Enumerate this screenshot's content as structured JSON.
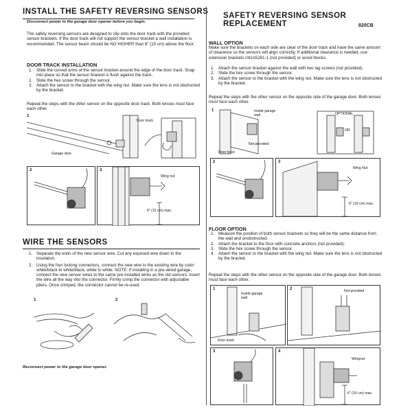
{
  "left": {
    "title": "INSTALL THE SAFETY REVERSING SENSORS",
    "warning": "Disconnect power to the garage door opener before you begin.",
    "intro": "The safety reversing sensors are designed to clip onto the door track with the provided sensor brackets. If the door track will not support the sensor bracket a wall installation is recommended. The sensor beam should be NO HIGHER than 6\" (15 cm) above the floor.",
    "door_track": {
      "heading": "DOOR TRACK INSTALLATION",
      "steps": [
        {
          "n": "1.",
          "text": "Slide the curved arms of the sensor bracket around the edge of the door track. Snap into place so that the sensor bracket is flush against the track."
        },
        {
          "n": "2.",
          "text": "Slide the hex screw through the sensor."
        },
        {
          "n": "3.",
          "text": "Attach the sensor to the bracket with the wing nut. Make sure the lens is not obstructed by the bracket."
        }
      ],
      "repeat": "Repeat the steps with the other sensor on the opposite door track. Both lenses must face each other.",
      "fig": {
        "p1": "1",
        "p2": "2",
        "p3": "3",
        "door_track": "Door track",
        "garage_door": "Garage door",
        "wing_nut": "Wing nut",
        "max": "6\" (15 cm) max."
      }
    },
    "wire": {
      "title": "WIRE THE SENSORS",
      "steps": [
        {
          "n": "1.",
          "text": "Separate the ends of the new sensor wire. Cut any exposed wire down to the insulation."
        },
        {
          "n": "2.",
          "text": "Using the four locking connectors, connect the new wire to the existing wire by color: white/black to white/black, white to white. NOTE: If installing in a pre-wired garage, connect the new sensor wires to the same pre-installed wires as the old sensors. Insert the wire all the way into the connector. Firmly crimp the connector with adjustable pliers. Once crimped, the connector cannot be re-used."
        }
      ],
      "fig": {
        "p1": "1",
        "p2": "2"
      },
      "reconnect": "Reconnect power to the garage door opener."
    }
  },
  "right": {
    "title": "SAFETY REVERSING SENSOR REPLACEMENT",
    "model": "820CB",
    "wall": {
      "heading": "WALL OPTION",
      "intro": "Make sure the brackets on each side are clear of the door track and have the same amount of clearance so the sensors will align correctly. If additional clearance is needed, use extension brackets 041A5281-1 (not provided) or wood blocks.",
      "steps": [
        {
          "n": "1.",
          "text": "Attach the sensor bracket against the wall with two lag screws (not provided)."
        },
        {
          "n": "2.",
          "text": "Slide the hex screw through the sensor."
        },
        {
          "n": "3.",
          "text": "Attach the sensor to the bracket with the wing nut. Make sure the lens is not obstructed by the bracket."
        }
      ],
      "repeat": "Repeat the steps with the other sensor on the opposite side of the garage door. Both lenses must face each other.",
      "fig": {
        "p1": "1",
        "p2": "2",
        "p3": "3",
        "inside_wall": "Inside garage wall",
        "optional": "OPTIONAL",
        "or": "OR",
        "not_provided": "Not provided",
        "door_track": "Door track",
        "wing_nut": "Wing Nut",
        "max": "6\" (15 cm) max."
      }
    },
    "floor": {
      "heading": "FLOOR OPTION",
      "steps": [
        {
          "n": "1.",
          "text": "Measure the position of both sensor brackets so they will be the same distance from the wall and unobstructed."
        },
        {
          "n": "2.",
          "text": "Attach the bracket to the floor with concrete anchors (not provided)."
        },
        {
          "n": "3.",
          "text": "Slide the hex screw through the sensor."
        },
        {
          "n": "4.",
          "text": "Attach the sensor to the bracket with the wing nut. Make sure the lens is not obstructed by the bracket."
        }
      ],
      "repeat": "Repeat the steps with the other sensor on the opposite side of the garage door. Both lenses must face each other.",
      "fig": {
        "p1": "1",
        "p2": "2",
        "p3": "3",
        "p4": "4",
        "inside_wall": "Inside garage wall",
        "not_provided": "Not provided",
        "door_track": "Door track",
        "wingnut": "Wingnut",
        "max": "6\" (15 cm) max."
      }
    }
  }
}
